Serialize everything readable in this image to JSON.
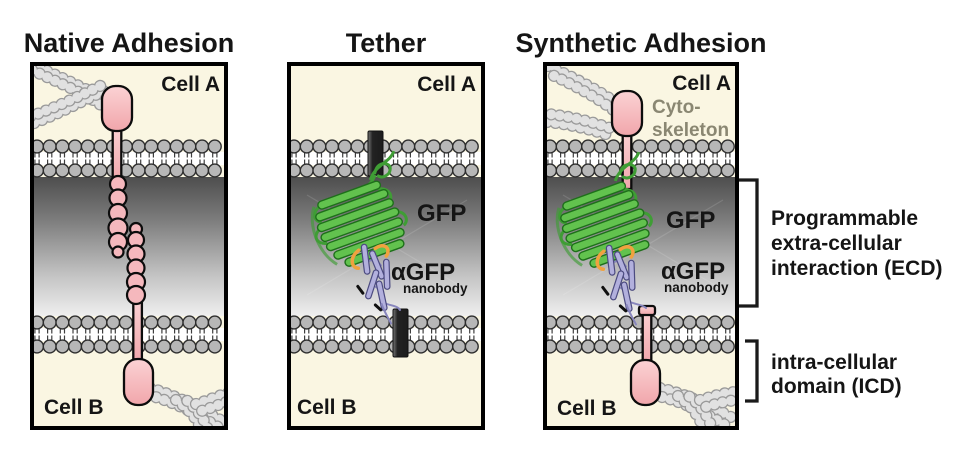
{
  "figure": {
    "panel_native": {
      "title": "Native Adhesion",
      "cell_top": "Cell A",
      "cell_bottom": "Cell B"
    },
    "panel_tether": {
      "title": "Tether",
      "cell_top": "Cell A",
      "cell_bottom": "Cell B",
      "gfp": "GFP",
      "anti_gfp": "αGFP",
      "nanobody": "nanobody"
    },
    "panel_synthetic": {
      "title": "Synthetic Adhesion",
      "cell_top": "Cell A",
      "cell_bottom": "Cell B",
      "cyto_line1": "Cyto-",
      "cyto_line2": "skeleton",
      "gfp": "GFP",
      "anti_gfp": "αGFP",
      "nanobody": "nanobody"
    },
    "annotation_ecd": {
      "line1": "Programmable",
      "line2": "extra-cellular",
      "line3": "interaction (ECD)"
    },
    "annotation_icd": {
      "line1": "intra-cellular",
      "line2": "domain (ICD)"
    }
  },
  "colors": {
    "cell_background": "#faf6e2",
    "adhesion_pink": "#f6bcc1",
    "gfp_green": "#5ec24c",
    "nanobody_lavender": "#b2b0dd",
    "nanobody_loop_orange": "#f0a23f",
    "membrane_gray": "#b7b7b7",
    "cytoskeleton_gray": "#e1e1e1",
    "cyto_label_gray": "#8a8772",
    "text_black": "#151515"
  }
}
